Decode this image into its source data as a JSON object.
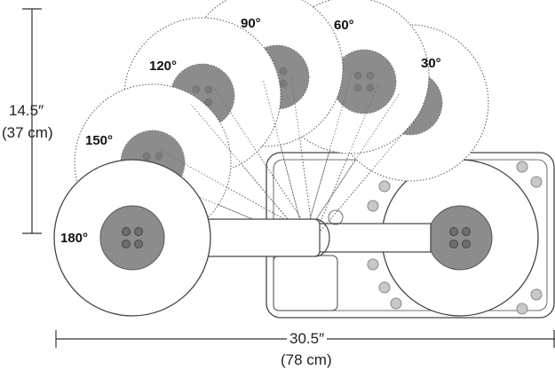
{
  "dimensions": {
    "height_in": "14.5″",
    "height_cm": "(37 cm)",
    "width_in": "30.5″",
    "width_cm": "(78 cm)"
  },
  "angles": [
    "180°",
    "150°",
    "120°",
    "90°",
    "60°",
    "30°"
  ],
  "colors": {
    "disc_fill": "#ffffff",
    "hub_fill": "#8c8c8c",
    "hole_fill": "#6e6e6e",
    "line": "#444444",
    "peg_fill": "#c8c8c8"
  }
}
